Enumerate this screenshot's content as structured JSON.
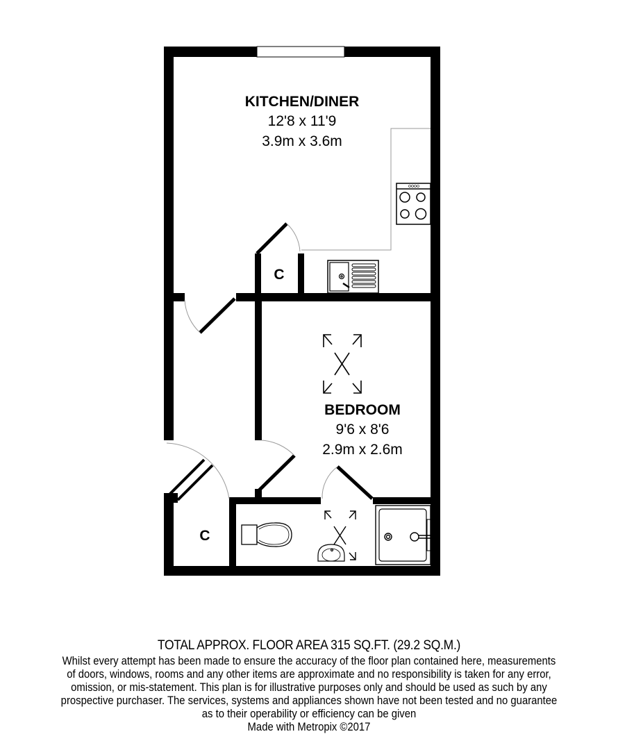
{
  "rooms": {
    "kitchen": {
      "name": "KITCHEN/DINER",
      "imperial": "12'8 x 11'9",
      "metric": "3.9m x 3.6m"
    },
    "bedroom": {
      "name": "BEDROOM",
      "imperial": "9'6 x 8'6",
      "metric": "2.9m x 2.6m"
    },
    "cupboard_kitchen": {
      "label": "C"
    },
    "cupboard_hall": {
      "label": "C"
    }
  },
  "fixtures": [
    "hob-icon",
    "sink-icon",
    "toilet-icon",
    "basin-icon",
    "shower-icon",
    "skylight-icon"
  ],
  "footer": {
    "total_area": "TOTAL APPROX. FLOOR AREA 315 SQ.FT. (29.2 SQ.M.)",
    "disclaimer_lines": [
      "Whilst every attempt has been made to ensure the accuracy of the floor plan contained here, measurements",
      "of doors, windows, rooms and any other items are approximate and no responsibility is taken for any error,",
      "omission, or mis-statement. This plan is for illustrative purposes only and should be used as such by any",
      "prospective purchaser. The services, systems and appliances shown have not been tested and no guarantee",
      "as to their operability or efficiency can be given"
    ],
    "credit": "Made with Metropix ©2017"
  },
  "colors": {
    "wall": "#000000",
    "worktop": "#9a9a9a",
    "background": "#ffffff"
  }
}
